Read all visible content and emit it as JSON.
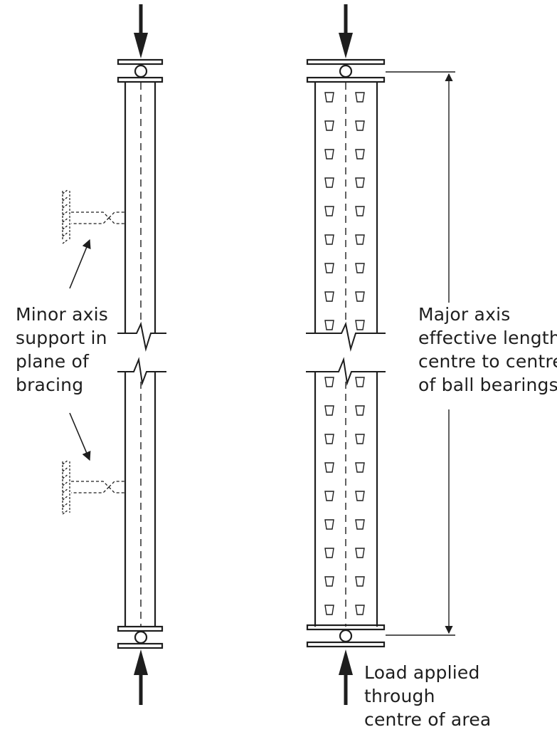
{
  "labels": {
    "minor_axis": [
      "Minor axis",
      "support in",
      "plane of",
      "bracing"
    ],
    "major_axis": [
      "Major axis",
      "effective length",
      "centre to centre",
      "of ball bearings"
    ],
    "load": [
      "Load applied",
      "through",
      "centre of area"
    ]
  },
  "colors": {
    "ink": "#1e1e1e",
    "background": "#ffffff"
  }
}
